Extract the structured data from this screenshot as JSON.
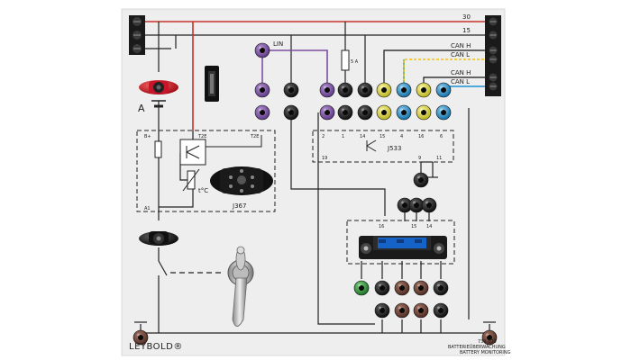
{
  "panel": {
    "brand": "LEYBOLD®",
    "code": "739 870",
    "caption_de": "BATTERIEÜBERWACHUNG",
    "caption_en": "BATTERY MONITORING"
  },
  "bus_lines": [
    {
      "label": "30",
      "color": "#c9302c"
    },
    {
      "label": "15",
      "color": "#222222"
    },
    {
      "label": "CAN H",
      "color": "#111111"
    },
    {
      "label": "CAN L",
      "color": "#f3c20a"
    },
    {
      "label": "CAN H",
      "color": "#111111"
    },
    {
      "label": "CAN L",
      "color": "#1c8fd4"
    }
  ],
  "labels": {
    "lin": "LIN",
    "battery": "A",
    "j533": "J533",
    "j367": "J367",
    "temp": "t°C",
    "b_plus": "B+",
    "t2e_left": "T2E",
    "t2e_right": "T2E",
    "a1": "A1",
    "pin_2": "2",
    "pin_1": "1",
    "pin_14": "14",
    "pin_15": "15",
    "pin_4": "4",
    "pin_16": "16",
    "pin_6": "6",
    "pin_19": "19",
    "pin_9": "9",
    "pin_11": "11",
    "pin_16b": "16",
    "pin_15b": "15",
    "pin_14b": "14",
    "fuse": "5 A"
  },
  "colors": {
    "panel": "#eeeeee",
    "red_wire": "#c9302c",
    "black_wire": "#222222",
    "purple": "#7b4fa0",
    "yellow": "#e8e34a",
    "blue": "#1c8fd4",
    "green": "#2d9a3a",
    "brown": "#6b3f32"
  }
}
